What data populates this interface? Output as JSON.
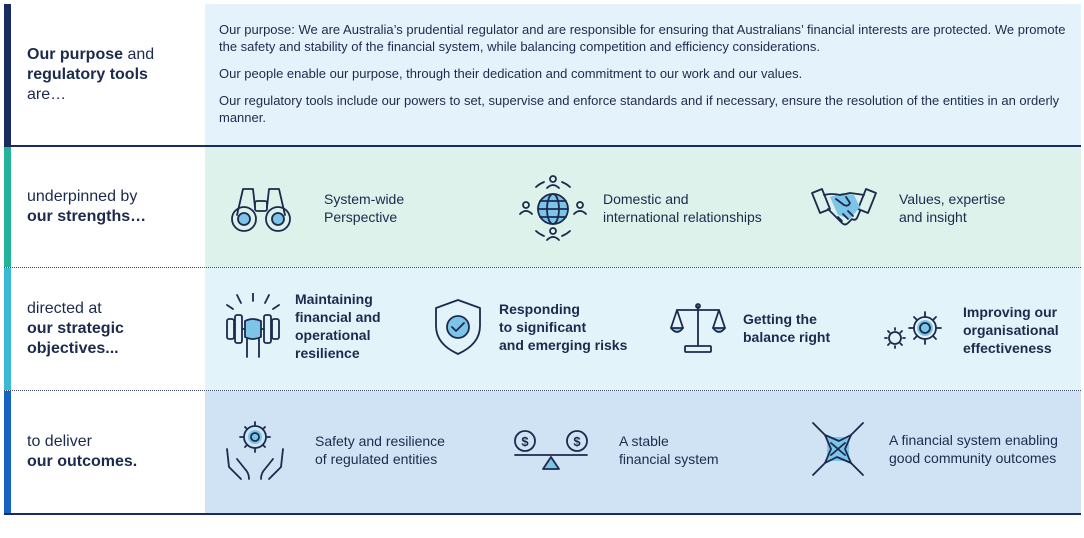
{
  "purpose": {
    "label_bold1": "Our purpose",
    "label_and": " and",
    "label_bold2": "regulatory tools",
    "label_tail": "are…",
    "paragraphs": [
      "Our purpose: We are Australia’s prudential regulator and are responsible for ensuring that Australians’ financial interests are protected. We promote the safety and stability of the financial system, while balancing competition and efficiency considerations.",
      "Our people enable our purpose, through their dedication and commitment to our work and our values.",
      "Our regulatory tools include our powers to set, supervise and enforce standards and if necessary, ensure the resolution of the entities in an orderly manner."
    ]
  },
  "strengths": {
    "label_line1": "underpinned by",
    "label_bold": "our strengths…",
    "items": [
      {
        "icon": "binoculars-icon",
        "lines": [
          "System-wide",
          "Perspective"
        ]
      },
      {
        "icon": "globe-network-icon",
        "lines": [
          "Domestic and",
          "international relationships"
        ]
      },
      {
        "icon": "handshake-icon",
        "lines": [
          "Values, expertise",
          "and insight"
        ]
      }
    ]
  },
  "objectives": {
    "label_line1": "directed at",
    "label_bold1": "our strategic",
    "label_bold2": "objectives...",
    "items": [
      {
        "icon": "dumbbell-icon",
        "lines": [
          "Maintaining",
          "financial and",
          "operational",
          "resilience"
        ]
      },
      {
        "icon": "shield-check-icon",
        "lines": [
          "Responding",
          "to significant",
          "and emerging risks"
        ]
      },
      {
        "icon": "scales-icon",
        "lines": [
          "Getting the",
          "balance right"
        ]
      },
      {
        "icon": "gears-icon",
        "lines": [
          "Improving our",
          "organisational",
          "effectiveness"
        ]
      }
    ]
  },
  "outcomes": {
    "label_line1": "to deliver",
    "label_bold": "our outcomes.",
    "items": [
      {
        "icon": "hands-gear-icon",
        "lines": [
          "Safety and resilience",
          "of regulated entities"
        ]
      },
      {
        "icon": "balance-coins-icon",
        "lines": [
          "A stable",
          "financial system"
        ]
      },
      {
        "icon": "joined-hands-icon",
        "lines": [
          "A financial system enabling",
          "good community outcomes"
        ]
      }
    ]
  },
  "colors": {
    "navy": "#1a2b5f",
    "teal": "#23b29a",
    "cyan": "#3ab9d4",
    "blue": "#1565c0",
    "icon_fill": "#7cc5e8"
  }
}
